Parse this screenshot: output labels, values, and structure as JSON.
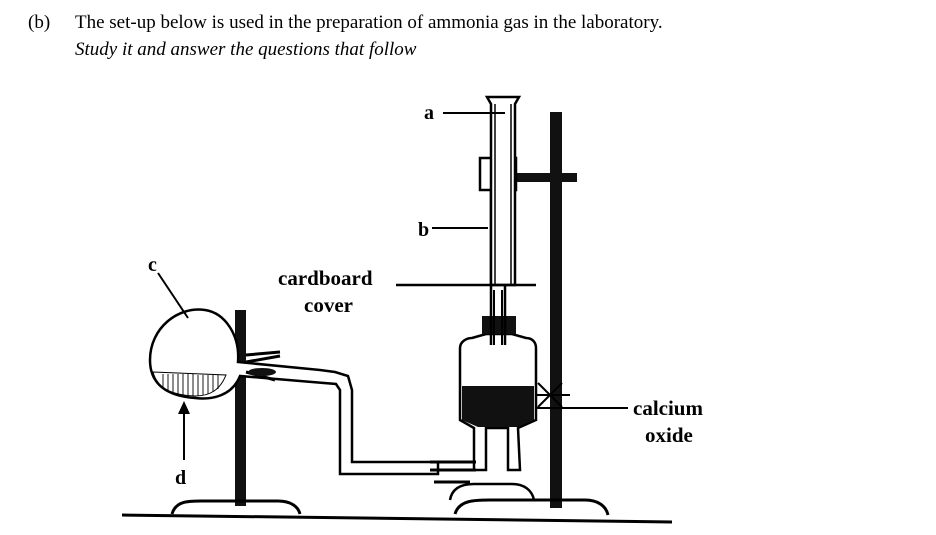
{
  "question": {
    "label": "(b)",
    "line1": "The set-up below is used in the preparation of ammonia gas in the laboratory.",
    "line2": "Study it and answer the questions that follow"
  },
  "diagram": {
    "labels": {
      "a": "a",
      "b": "b",
      "c": "c",
      "d": "d",
      "cardboard_line1": "cardboard",
      "cardboard_line2": "cover",
      "calcium_line1": "calcium",
      "calcium_line2": "oxide"
    }
  }
}
